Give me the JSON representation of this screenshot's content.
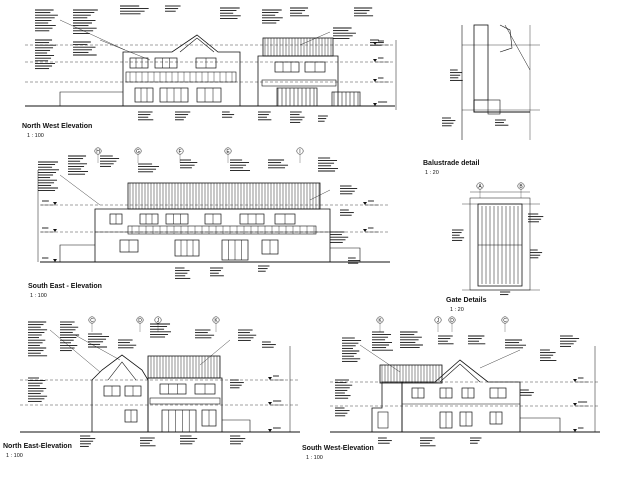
{
  "drawings": {
    "nw": {
      "title": "North West Elevation",
      "scale": "1 : 100"
    },
    "se": {
      "title": "South East - Elevation",
      "scale": "1 : 100"
    },
    "ne": {
      "title": "North East-Elevation",
      "scale": "1 : 100"
    },
    "sw": {
      "title": "South West-Elevation",
      "scale": "1 : 100"
    },
    "balustrade": {
      "title": "Balustrade detail",
      "scale": "1 : 20"
    },
    "gate": {
      "title": "Gate Details",
      "scale": "1 : 20"
    }
  },
  "gridlines": {
    "se": [
      "H",
      "G",
      "F",
      "E",
      "I"
    ],
    "ne": [
      "C",
      "D",
      "J",
      "K"
    ],
    "sw": [
      "K",
      "J",
      "D",
      "C"
    ],
    "gate": [
      "A",
      "B"
    ]
  },
  "colors": {
    "ink": "#111111",
    "paper": "#ffffff",
    "hatch": "#555555"
  }
}
